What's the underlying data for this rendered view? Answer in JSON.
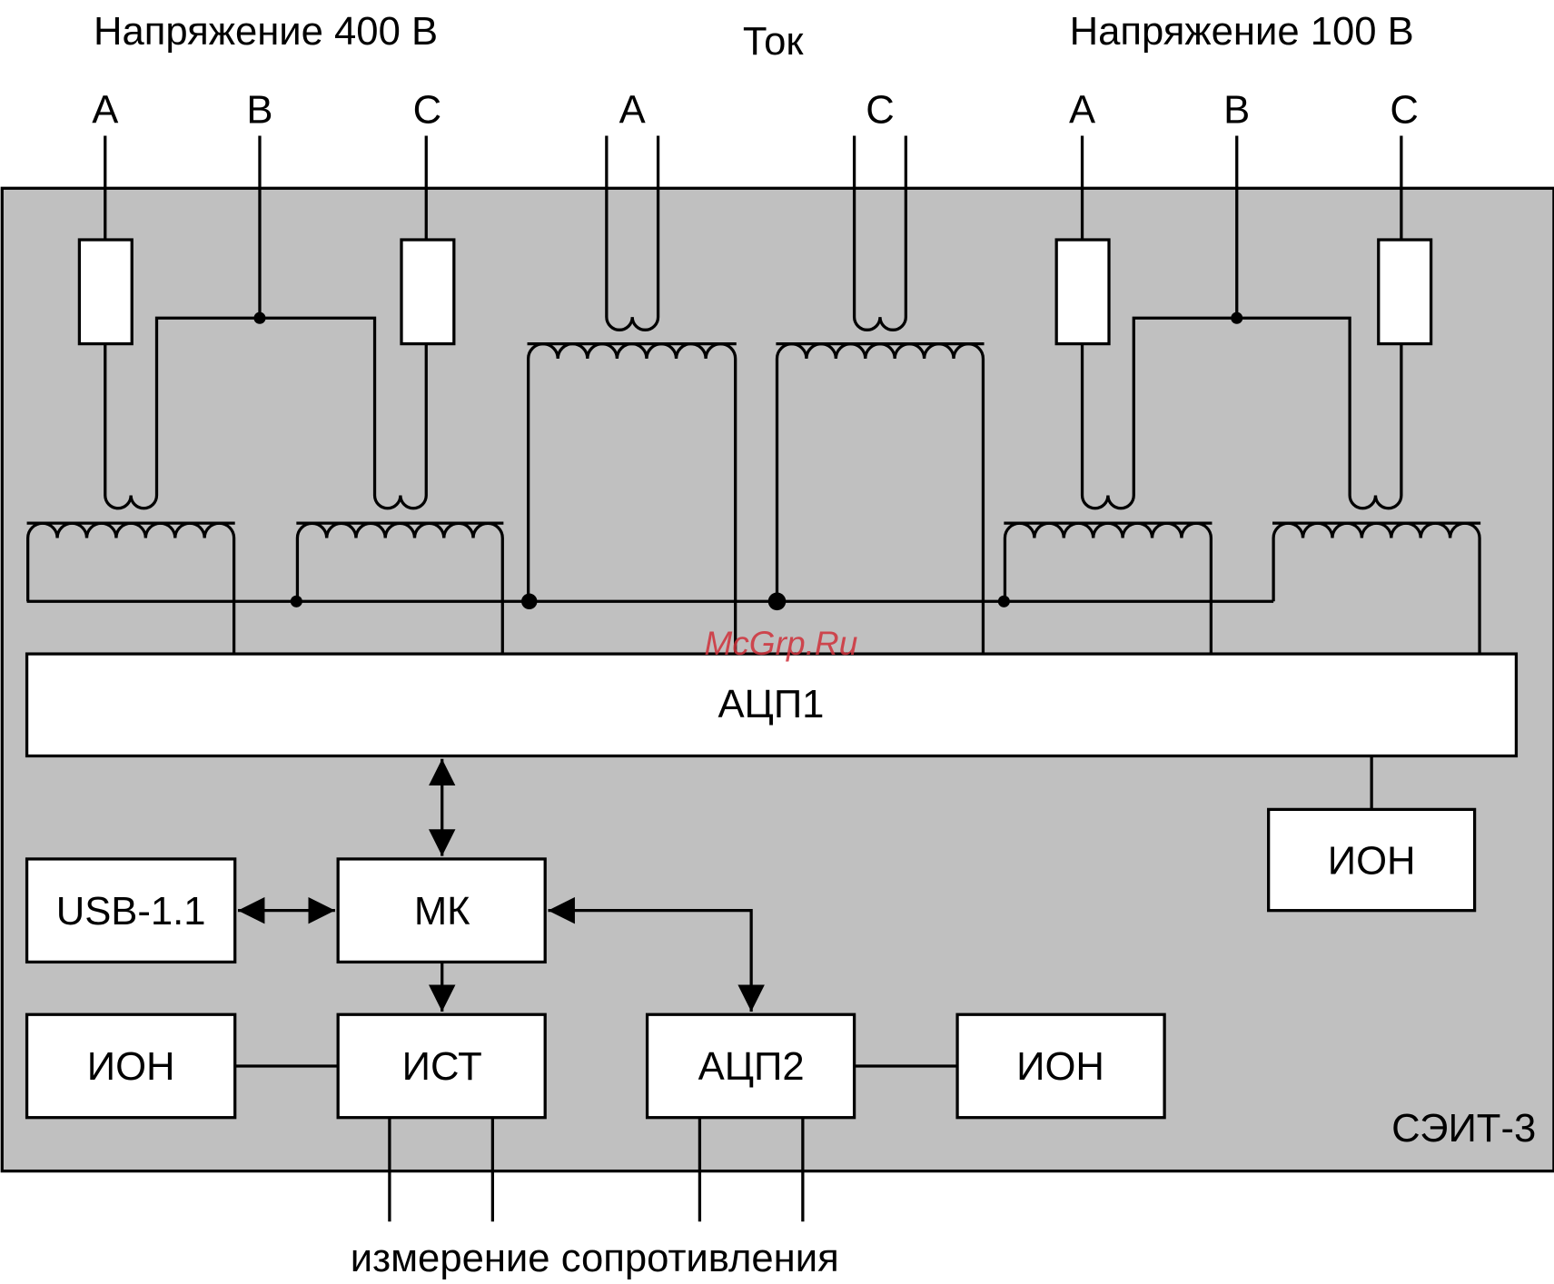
{
  "headers": {
    "voltage_400": "Напряжение 400 В",
    "current": "Ток",
    "voltage_100": "Напряжение 100 В"
  },
  "phases": {
    "v400": [
      "A",
      "B",
      "C"
    ],
    "current": [
      "A",
      "C"
    ],
    "v100": [
      "A",
      "B",
      "C"
    ]
  },
  "blocks": {
    "adc1": "АЦП1",
    "ion_right": "ИОН",
    "usb": "USB-1.1",
    "mk": "МК",
    "ion_left": "ИОН",
    "ist": "ИСТ",
    "adc2": "АЦП2",
    "ion_bottom": "ИОН"
  },
  "device_label": "СЭИТ-3",
  "bottom_label": "измерение сопротивления",
  "watermark": "McGrp.Ru",
  "colors": {
    "panel": "#c0c0c0",
    "watermark": "#d0303a"
  }
}
